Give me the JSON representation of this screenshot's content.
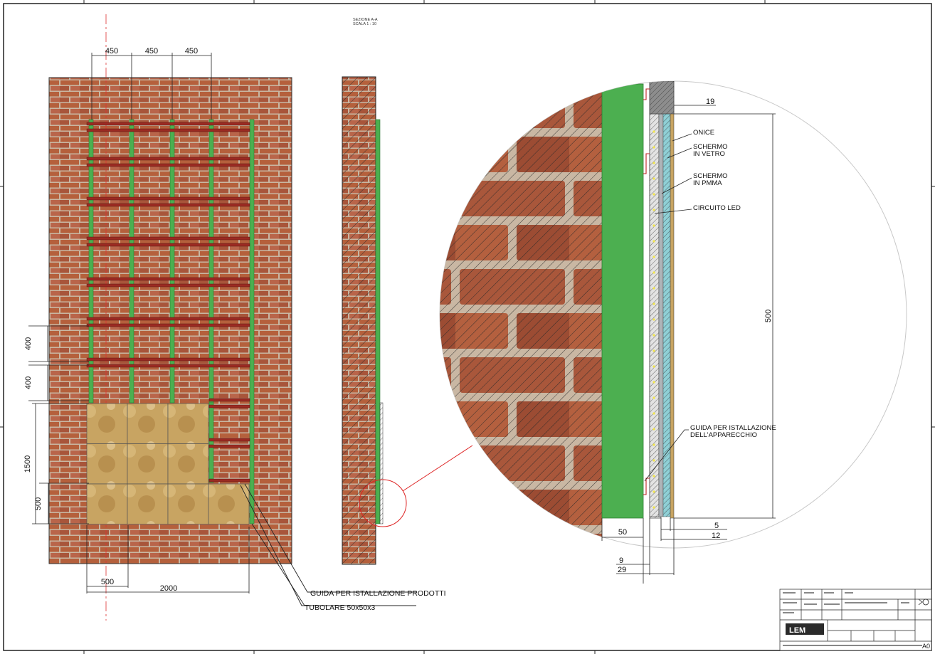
{
  "section": {
    "title": "SEZIONE A-A",
    "scale": "SCALA 1 : 10"
  },
  "elevation": {
    "dims_top": [
      "450",
      "450",
      "450"
    ],
    "dims_left": [
      "400",
      "400",
      "1500",
      "500"
    ],
    "dims_bottom": [
      "500",
      "2000"
    ],
    "callouts": [
      "GUIDA PER ISTALLAZIONE PRODOTTI",
      "TUBOLARE 50x50x3"
    ]
  },
  "detail": {
    "layer_labels": [
      {
        "line1": "ONICE",
        "line2": ""
      },
      {
        "line1": "SCHERMO",
        "line2": "IN VETRO"
      },
      {
        "line1": "SCHERMO",
        "line2": "IN PMMA"
      },
      {
        "line1": "CIRCUITO LED",
        "line2": ""
      },
      {
        "line1": "GUIDA PER ISTALLAZIONE",
        "line2": "DELL'APPARECCHIO"
      }
    ],
    "dims": {
      "top": "19",
      "height": "500",
      "tube": "50",
      "d5": "5",
      "d12": "12",
      "d9": "9",
      "d29": "29"
    }
  },
  "title_block": {
    "logo": "LEM",
    "sheet_size": "A0"
  },
  "colors": {
    "brick": "#b5603c",
    "mortar": "#c9b7a3",
    "green": "#4caf50",
    "rail": "#9b2a22",
    "onyx": "#c8a462",
    "glass": "#8fd0d6"
  }
}
